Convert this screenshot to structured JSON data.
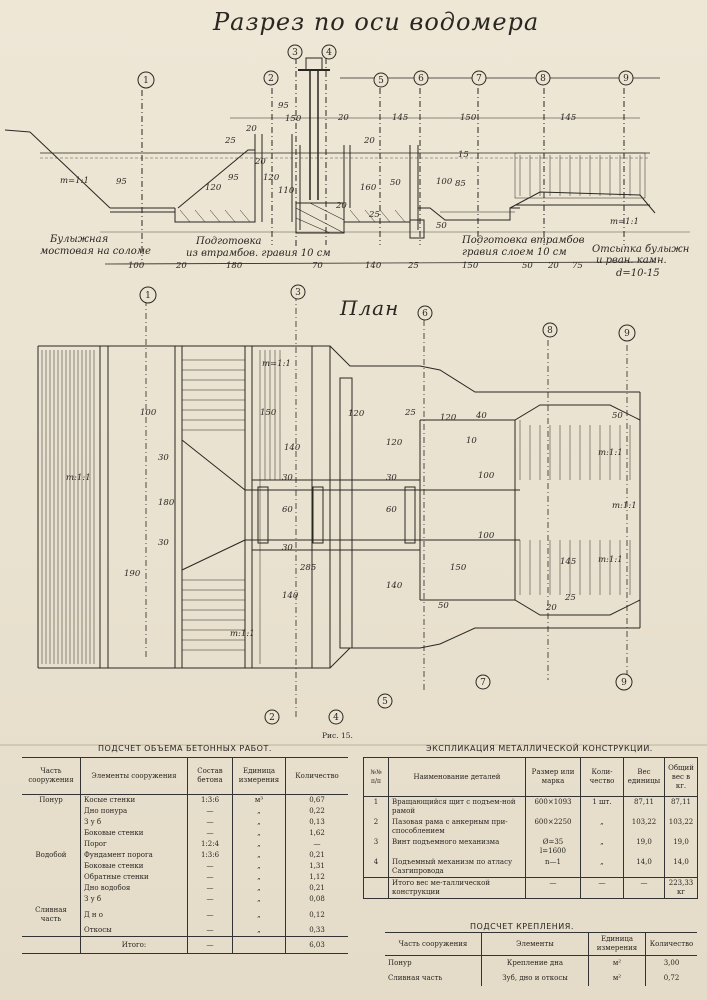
{
  "section": {
    "title": "Разрез по оси водомера",
    "axis_markers": [
      "1",
      "2",
      "3",
      "4",
      "5",
      "6",
      "7",
      "8",
      "9"
    ],
    "dims_top": [
      "20",
      "95",
      "150",
      "20",
      "145",
      "150",
      "145"
    ],
    "dims_inner": [
      "25",
      "120",
      "95",
      "120",
      "20",
      "110",
      "160",
      "50",
      "100",
      "85",
      "15",
      "20",
      "25",
      "20",
      "50"
    ],
    "dims_bottom": [
      "100",
      "20",
      "180",
      "70",
      "140",
      "25",
      "150",
      "50",
      "20",
      "75"
    ],
    "slope_left": "m=1:1",
    "slope_right": "m=1:1",
    "labels": {
      "l1": "Булыжная",
      "l2": "мостовая на соломе",
      "l3": "Подготовка",
      "l4": "из втрамбов. гравия 10 см",
      "l5": "Подготовка втрамбов",
      "l6": "гравия слоем 10 см",
      "l7": "Отсыпка булыжн",
      "l8": "и рван. камн.",
      "l9": "d=10-15"
    },
    "dim95": "95"
  },
  "plan": {
    "title": "План",
    "dims": [
      "100",
      "150",
      "120",
      "120",
      "40",
      "10",
      "25",
      "140",
      "120",
      "60",
      "30",
      "30",
      "140",
      "100",
      "285",
      "150",
      "60",
      "30",
      "100",
      "145",
      "50",
      "50",
      "25",
      "20",
      "140",
      "180",
      "190",
      "30",
      "30"
    ],
    "slopes": [
      "m:1:1",
      "m:1:1",
      "m=1:1",
      "m:1:1",
      "m:1:1",
      "m:1:1"
    ]
  },
  "figure_caption": "Рис. 15.",
  "volume_table": {
    "title": "ПОДСЧЕТ ОБЪЕМА БЕТОННЫХ РАБОТ.",
    "headers": [
      "Часть сооружения",
      "Элементы сооружения",
      "Состав бетона",
      "Единица измерения",
      "Количество"
    ],
    "groups": [
      {
        "part": "Понур",
        "rows": [
          {
            "element": "Косые стенки",
            "mix": "1:3:6",
            "unit": "м³",
            "qty": "0,67"
          },
          {
            "element": "Дно понура",
            "mix": "—",
            "unit": "„",
            "qty": "0,22"
          },
          {
            "element": "З у б",
            "mix": "—",
            "unit": "„",
            "qty": "0,13"
          },
          {
            "element": "Боковые стенки",
            "mix": "—",
            "unit": "„",
            "qty": "1,62"
          }
        ]
      },
      {
        "part": "",
        "rows": [
          {
            "element": "Порог",
            "mix": "1:2:4",
            "unit": "„",
            "qty": "—"
          }
        ]
      },
      {
        "part": "Водобой",
        "rows": [
          {
            "element": "Фундамент порога",
            "mix": "1:3:6",
            "unit": "„",
            "qty": "0,21"
          },
          {
            "element": "Боковые стенки",
            "mix": "—",
            "unit": "„",
            "qty": "1,31"
          },
          {
            "element": "Обратные стенки",
            "mix": "—",
            "unit": "„",
            "qty": "1,12"
          },
          {
            "element": "Дно водобоя",
            "mix": "—",
            "unit": "„",
            "qty": "0,21"
          },
          {
            "element": "З у б",
            "mix": "—",
            "unit": "„",
            "qty": "0,08"
          }
        ]
      },
      {
        "part": "Сливная часть",
        "rows": [
          {
            "element": "Д н о",
            "mix": "—",
            "unit": "„",
            "qty": "0,12"
          },
          {
            "element": "Откосы",
            "mix": "—",
            "unit": "„",
            "qty": "0,33"
          }
        ]
      }
    ],
    "total_label": "Итого:",
    "total_mix": "—",
    "total_qty": "6,03"
  },
  "explication_table": {
    "title": "ЭКСПЛИКАЦИЯ МЕТАЛЛИЧЕСКОЙ КОНСТРУКЦИИ.",
    "headers": [
      "№№ п/п",
      "Наименование деталей",
      "Размер или марка",
      "Коли-чество",
      "Вес единицы",
      "Общий вес в кг."
    ],
    "rows": [
      {
        "n": "1",
        "name": "Вращающийся щит с подъем-ной рамой",
        "size": "600×1093",
        "count": "1 шт.",
        "w": "87,11",
        "total": "87,11"
      },
      {
        "n": "2",
        "name": "Пазовая рама с анкерным при-способлением",
        "size": "600×2250",
        "count": "„",
        "w": "103,22",
        "total": "103,22"
      },
      {
        "n": "3",
        "name": "Винт подъемного механизма",
        "size": "Ø=35 l=1600",
        "count": "„",
        "w": "19,0",
        "total": "19,0"
      },
      {
        "n": "4",
        "name": "Подъемный механизм по атласу Сазгипровода",
        "size": "n—1",
        "count": "„",
        "w": "14,0",
        "total": "14,0"
      }
    ],
    "total_label": "Итого вес ме-таллической конструкции",
    "total_size": "—",
    "total_count": "—",
    "total_w": "—",
    "total_value": "223,33 кг"
  },
  "fixing_table": {
    "title": "ПОДСЧЕТ КРЕПЛЕНИЯ.",
    "headers": [
      "Часть сооружения",
      "Элементы",
      "Единица измерения",
      "Количество"
    ],
    "rows": [
      {
        "part": "Понур",
        "el": "Крепление дна",
        "unit": "м²",
        "qty": "3,00"
      },
      {
        "part": "Сливная часть",
        "el": "Зуб, дно и откосы",
        "unit": "м²",
        "qty": "0,72"
      }
    ]
  }
}
